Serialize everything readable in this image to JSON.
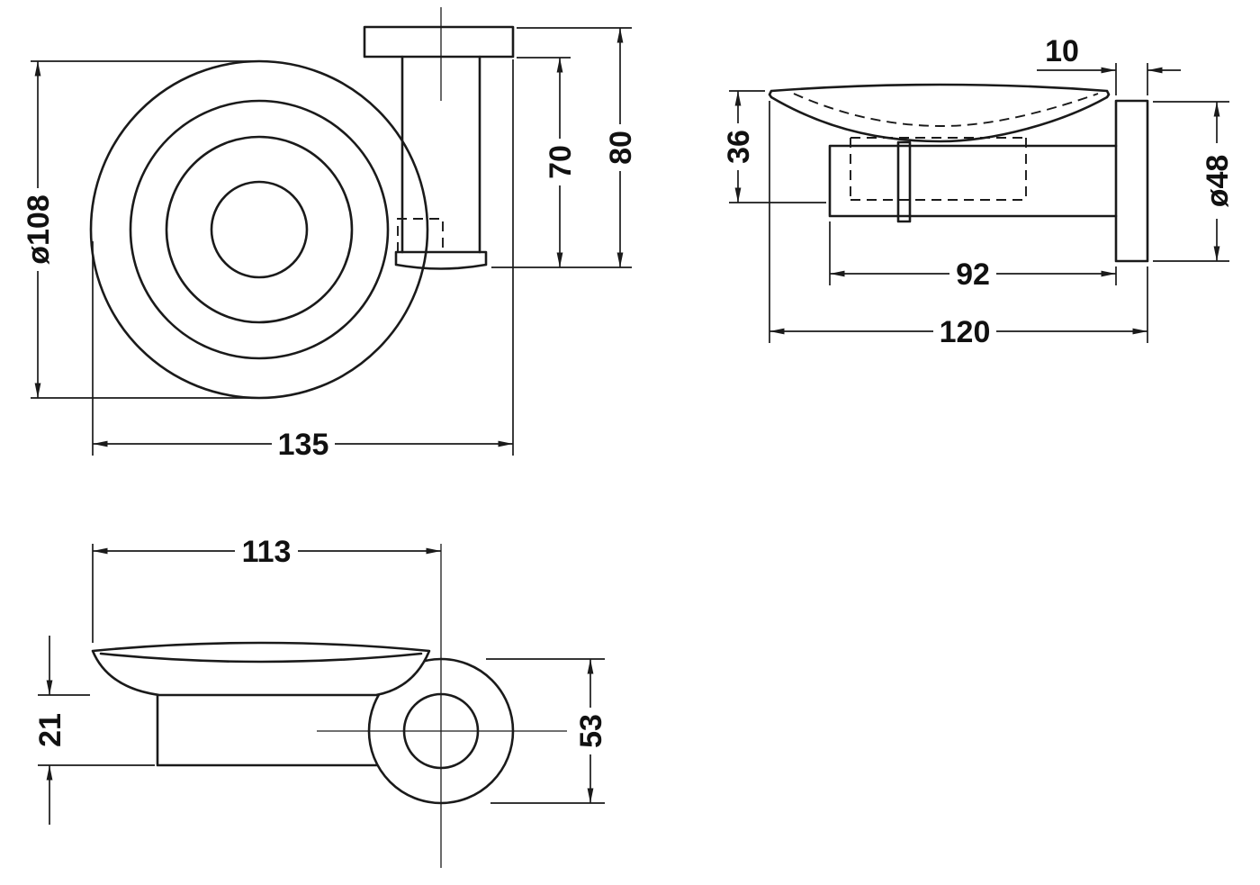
{
  "drawing": {
    "line_color": "#1a1a1a",
    "views": {
      "plan": {
        "dims": {
          "dish_diameter": "ø108",
          "overall_width": "135",
          "holder_depth": "70",
          "overall_depth": "80"
        }
      },
      "side": {
        "dims": {
          "plate_thickness": "10",
          "dish_height": "36",
          "plate_diameter": "ø48",
          "arm_length": "92",
          "overall_projection": "120"
        }
      },
      "front": {
        "dims": {
          "dish_width": "113",
          "arm_height": "21",
          "rosette_diameter": "53"
        }
      }
    }
  }
}
